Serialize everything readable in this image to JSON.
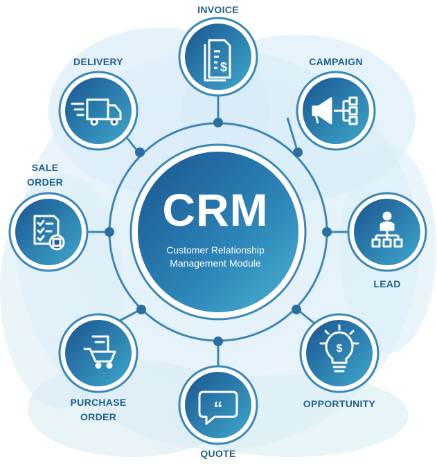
{
  "core": {
    "title": "CRM",
    "subtitle_line1": "Customer Relationship",
    "subtitle_line2": "Management Module"
  },
  "modules": {
    "invoice": "INVOICE",
    "campaign": "CAMPAIGN",
    "delivery": "DELIVERY",
    "sale_order_1": "SALE",
    "sale_order_2": "ORDER",
    "lead": "LEAD",
    "purchase_order_1": "PURCHASE",
    "purchase_order_2": "ORDER",
    "opportunity": "OPPORTUNITY",
    "quote": "QUOTE"
  },
  "colors": {
    "label": "#1e5f8c",
    "ring": "#3b86b5",
    "node_dark": "#1d5f97",
    "node_light": "#3aa3c9",
    "blob": "#d9ecf7"
  }
}
